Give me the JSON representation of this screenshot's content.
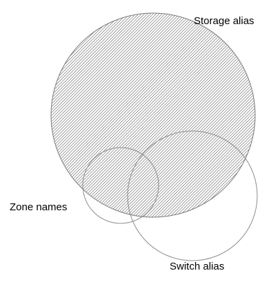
{
  "diagram": {
    "type": "venn",
    "sets": [
      {
        "name": "Storage alias",
        "fill": "hatched",
        "stroke_color": "#7a7a7a",
        "hatch_color": "#6e6e6e"
      },
      {
        "name": "Zone names",
        "fill": "none",
        "stroke_color": "#8c8c8c"
      },
      {
        "name": "Switch alias",
        "fill": "none",
        "stroke_color": "#8c8c8c"
      }
    ],
    "label_color": "#000000",
    "background": "#ffffff"
  }
}
